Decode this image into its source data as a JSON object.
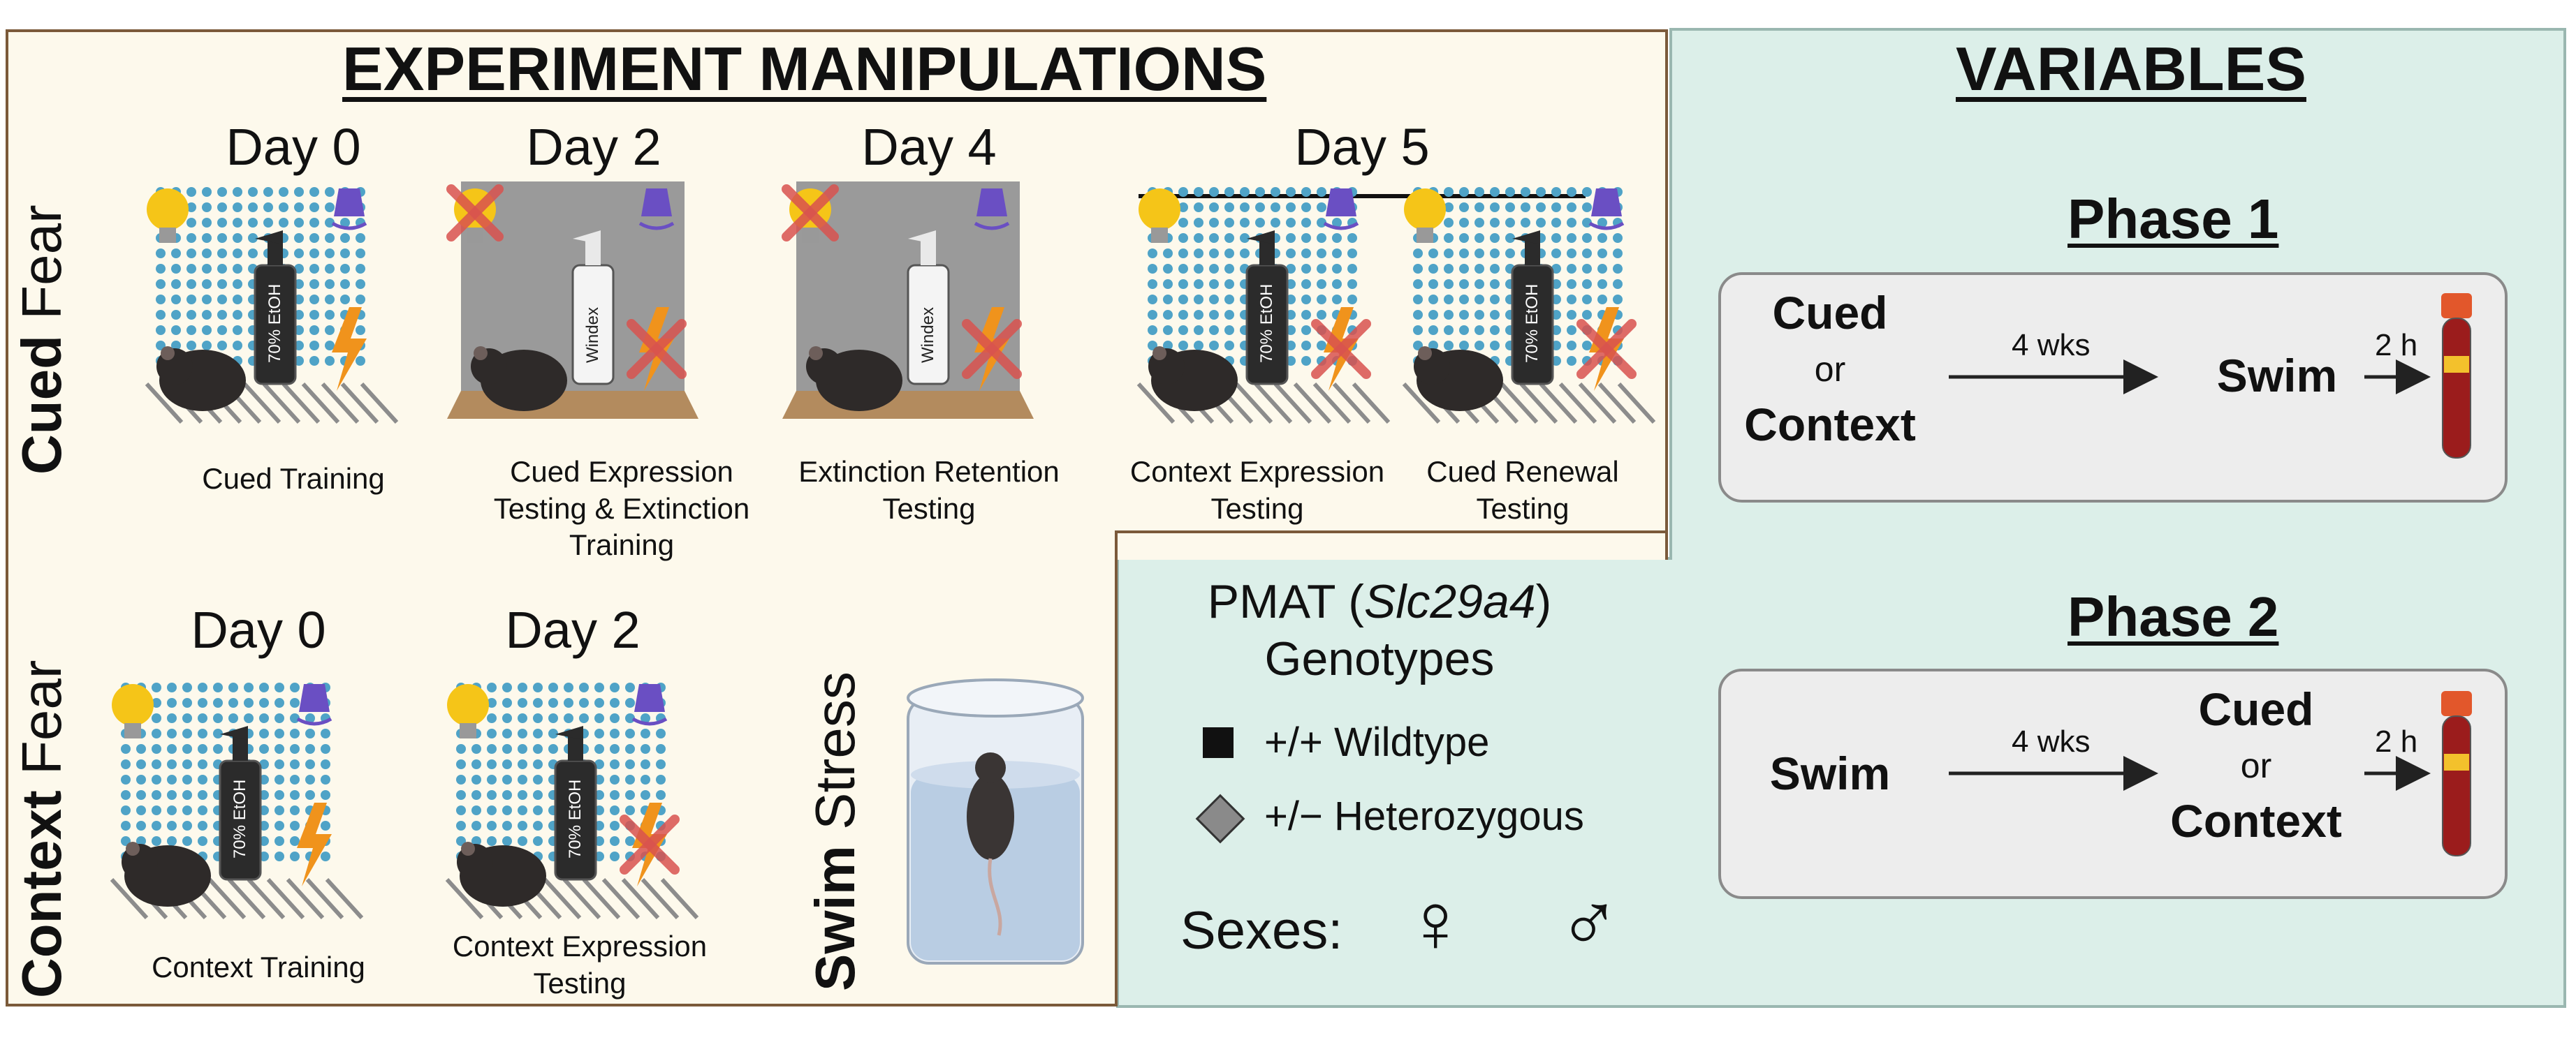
{
  "manipulations": {
    "title": "EXPERIMENT MANIPULATIONS",
    "cued_label_bold": "Cued",
    "cued_label_rest": " Fear",
    "context_label_bold": "Context",
    "context_label_rest": " Fear",
    "swim_label_bold": "Swim",
    "swim_label_rest": " Stress",
    "cued_days": [
      {
        "day": "Day 0",
        "caption": "Cued Training"
      },
      {
        "day": "Day 2",
        "caption": "Cued Expression Testing & Extinction Training"
      },
      {
        "day": "Day 4",
        "caption": "Extinction Retention Testing"
      },
      {
        "day": "Day 5",
        "captions": [
          "Context Expression Testing",
          "Cued Renewal Testing"
        ]
      }
    ],
    "context_days": [
      {
        "day": "Day 0",
        "caption": "Context Training"
      },
      {
        "day": "Day 2",
        "caption": "Context Expression Testing"
      }
    ],
    "bottle_text_etoh": "70% EtOH",
    "bottle_text_windex": "Windex"
  },
  "variables": {
    "title": "VARIABLES",
    "phase1": {
      "title": "Phase 1",
      "left_top": "Cued",
      "left_or": "or",
      "left_bottom": "Context",
      "arrow1": "4 wks",
      "middle": "Swim",
      "arrow2": "2 h"
    },
    "phase2": {
      "title": "Phase 2",
      "left": "Swim",
      "arrow1": "4 wks",
      "middle_top": "Cued",
      "middle_or": "or",
      "middle_bottom": "Context",
      "arrow2": "2 h"
    },
    "genotype": {
      "line1_prefix": "PMAT (",
      "line1_gene": "Slc29a4",
      "line1_suffix": ")",
      "line2": "Genotypes",
      "wildtype": "+/+ Wildtype",
      "heterozygous": "+/− Heterozygous"
    },
    "sexes_label": "Sexes:",
    "female_symbol": "♀",
    "male_symbol": "♂"
  },
  "colors": {
    "left_panel_bg": "#fdf9ec",
    "left_panel_border": "#7b5a3a",
    "right_panel_bg": "#dcefe9",
    "right_panel_border": "#9ab7b0",
    "dots": "#4fa3c7",
    "cross": "#d9534f",
    "bolt": "#f0931c",
    "bulb": "#f5c518",
    "speaker": "#6a4fc3",
    "blood": "#a32020"
  }
}
